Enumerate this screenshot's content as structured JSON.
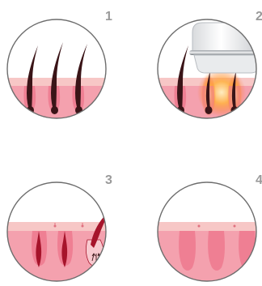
{
  "steps": [
    {
      "number": "1",
      "depiction": "hair-follicles-healthy"
    },
    {
      "number": "2",
      "depiction": "device-emitting-light"
    },
    {
      "number": "3",
      "depiction": "follicles-damaged-hair-shedding"
    },
    {
      "number": "4",
      "depiction": "skin-hair-free"
    }
  ],
  "colors": {
    "skin_outer": "#f3a9b4",
    "skin_inner": "#ef7f93",
    "epidermis": "#f7c7c6",
    "circle_border": "#6d6d6d",
    "hair": "#3a1417",
    "damaged_follicle": "#a6142b",
    "light_glow": "#ff8a22",
    "number_text": "#9a9a9a"
  }
}
